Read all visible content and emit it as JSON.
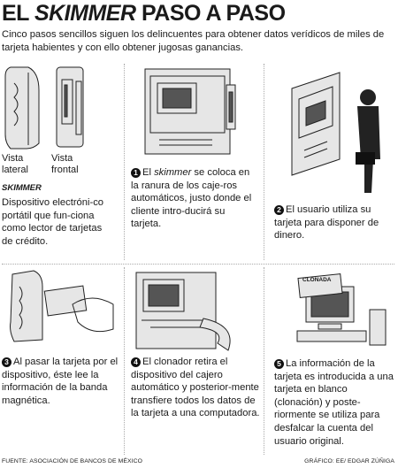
{
  "header": {
    "title_prefix": "EL ",
    "title_italic": "SKIMMER",
    "title_suffix": " PASO A PASO",
    "intro": "Cinco pasos sencillos siguen los delincuentes para obtener datos verídicos de miles de tarjeta habientes y con ello obtener jugosas ganancias."
  },
  "device": {
    "lateral_label": "Vista lateral",
    "frontal_label": "Vista frontal",
    "name": "SKIMMER",
    "description": "Dispositivo electróni-co portátil que fun-ciona como lector de tarjetas de crédito."
  },
  "steps": [
    {
      "num": "1",
      "pre": "El ",
      "em": "skimmer",
      "post": " se coloca en la ranura de los caje-ros automáticos, justo donde el cliente intro-ducirá su tarjeta."
    },
    {
      "num": "2",
      "pre": "El usuario utiliza su tarjeta para disponer de dinero.",
      "em": "",
      "post": ""
    },
    {
      "num": "3",
      "pre": "Al pasar la tarjeta por el dispositivo, éste lee la información de la banda magnética.",
      "em": "",
      "post": ""
    },
    {
      "num": "4",
      "pre": "El clonador retira el dispositivo del cajero automático y posterior-mente transfiere todos los datos de la tarjeta a una computadora.",
      "em": "",
      "post": ""
    },
    {
      "num": "5",
      "pre": "La información de la tarjeta es introducida a una tarjeta en blanco (clonación) y poste-riormente se utiliza para desfalcar la cuenta del usuario original.",
      "em": "",
      "post": ""
    }
  ],
  "illustration": {
    "card_label": "CLONADA"
  },
  "footer": {
    "source": "FUENTE: ASOCIACIÓN DE BANCOS DE MÉXICO",
    "credit": "GRÁFICO: EE/ EDGAR ZÚÑIGA"
  }
}
